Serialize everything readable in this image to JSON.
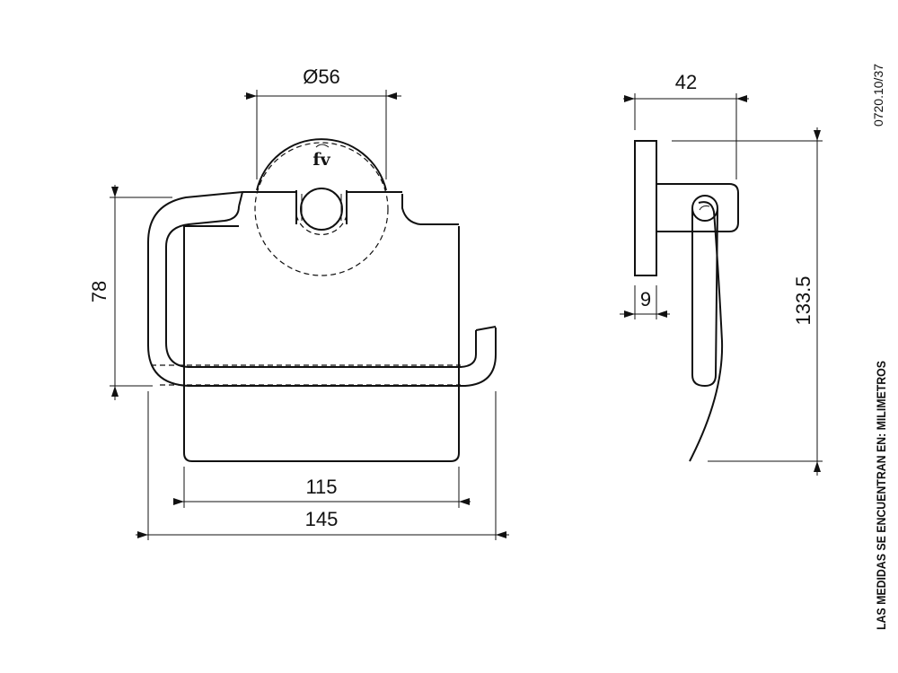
{
  "dimensions": {
    "diameter": "Ø56",
    "height": "78",
    "inner_width": "115",
    "outer_width": "145",
    "depth": "42",
    "plate_thickness": "9",
    "total_height": "133.5"
  },
  "logo_text": "fv",
  "drawing_code": "0720.10/37",
  "units_note": "LAS MEDIDAS SE ENCUENTRAN EN: MILIMETROS"
}
